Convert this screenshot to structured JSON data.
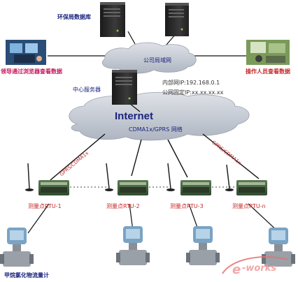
{
  "labels": {
    "epb_database": "环保局数据库",
    "leader_view": "领导通过浏览器查看数据",
    "operator_view": "操作人员查看数据",
    "lan": "公司局域网",
    "center_server": "中心服务器",
    "internal_ip": "内部网IP:192.168.0.1",
    "public_ip": "公网固定IP:xx.xx.xx.xx",
    "internet": "Internet",
    "cdma_gprs": "CDMA1x/GPRS 网络",
    "link_left": "GPRS/CDMA1x",
    "link_right": "GPRS/CDMA1x",
    "meter": "甲烷氯化物流量计"
  },
  "rtus": [
    {
      "label": "测量点RTU-1"
    },
    {
      "label": "测量点RTU-2"
    },
    {
      "label": "测量点RTU-3"
    },
    {
      "label": "测量点RTU-n"
    }
  ],
  "colors": {
    "cloud": "#c8cdd6",
    "cloud_edge": "#9aa2ae",
    "server": "#2b2b2b",
    "rtu_body": "#3d5e3b",
    "line": "#111111",
    "internet_text": "#1a237e",
    "accent_red": "#c62828",
    "accent_magenta": "#c2185b"
  },
  "icons": {
    "server": "server-tower-icon",
    "rtu": "rtu-device-icon",
    "antenna": "antenna-icon",
    "flowmeter": "flowmeter-icon",
    "photo": "workstation-photo-icon"
  }
}
